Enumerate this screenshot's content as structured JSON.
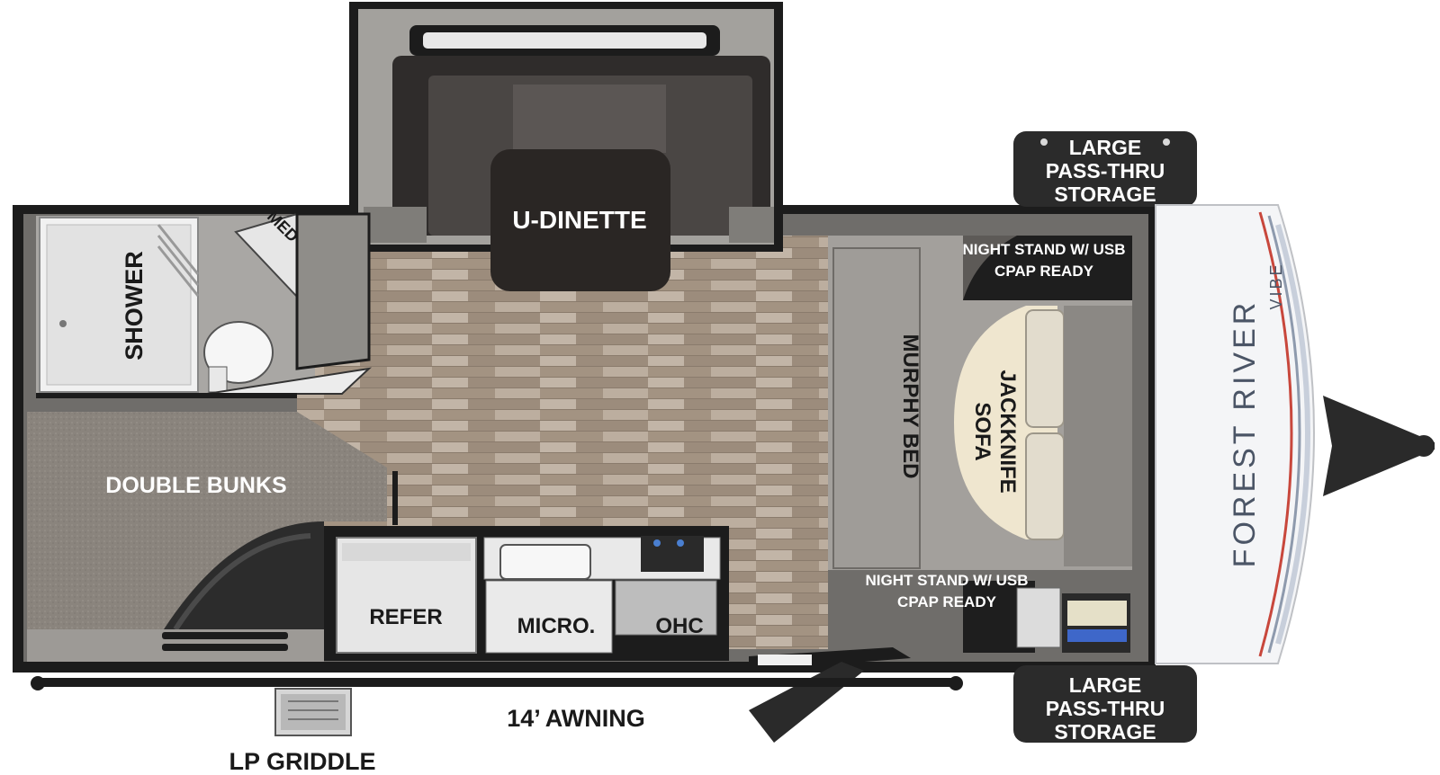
{
  "labels": {
    "u_dinette": "U-DINETTE",
    "shower": "SHOWER",
    "med": "MED",
    "double_bunks": "DOUBLE BUNKS",
    "murphy_bed": "MURPHY BED",
    "jackknife_1": "JACKKNIFE",
    "jackknife_2": "SOFA",
    "nightstand_top_1": "NIGHT STAND W/ USB",
    "nightstand_top_2": "CPAP READY",
    "nightstand_bot_1": "NIGHT STAND W/ USB",
    "nightstand_bot_2": "CPAP READY",
    "refer": "REFER",
    "micro": "MICRO.",
    "ohc": "OHC",
    "storage_top_1": "LARGE",
    "storage_top_2": "PASS-THRU",
    "storage_top_3": "STORAGE",
    "storage_bot_1": "LARGE",
    "storage_bot_2": "PASS-THRU",
    "storage_bot_3": "STORAGE",
    "awning": "14’ AWNING",
    "griddle": "LP GRIDDLE",
    "brand": "FOREST RIVER",
    "model": "VIBE"
  },
  "colors": {
    "wall": "#1c1c1c",
    "floor_wood": "#a8998c",
    "bunk_carpet": "#8c8680",
    "slide_grey": "#9a9894",
    "dinette_dark": "#3a3634",
    "cream": "#efe6cf",
    "cap_white": "#f4f5f7",
    "accent_red": "#c8473c"
  }
}
